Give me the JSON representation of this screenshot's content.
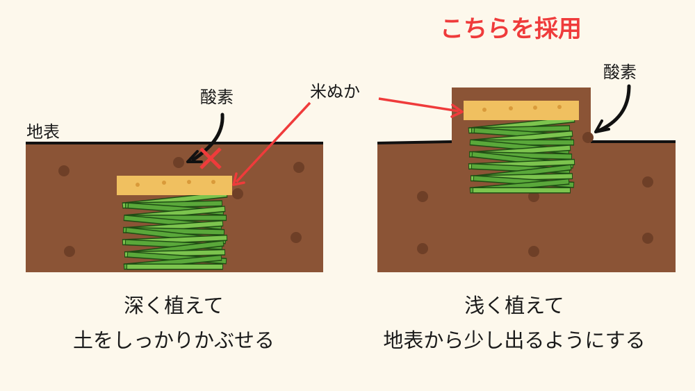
{
  "title": "こちらを採用",
  "labels": {
    "surface": "地表",
    "oxygen_left": "酸素",
    "oxygen_right": "酸素",
    "rice_bran": "米ぬか"
  },
  "captions": {
    "left": [
      "深く植えて",
      "土をしっかりかぶせる"
    ],
    "right": [
      "浅く植えて",
      "地表から少し出るようにする"
    ]
  },
  "colors": {
    "background": "#fdf8ec",
    "soil": "#8b5436",
    "rice_bran": "#f0c060",
    "accent_red": "#ef3b3b",
    "green": "#5aa83a"
  }
}
